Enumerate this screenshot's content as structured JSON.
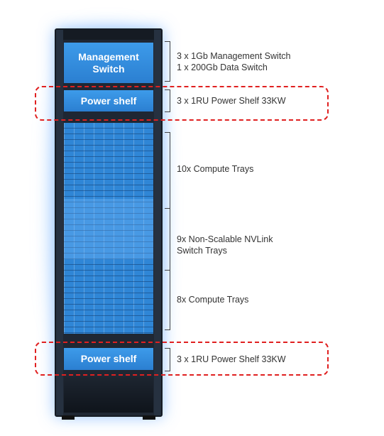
{
  "rack": {
    "management_switch": [
      "Management",
      "Switch"
    ],
    "power_shelf_top": "Power shelf",
    "power_shelf_bottom": "Power shelf"
  },
  "annotations": {
    "management": [
      "3 x 1Gb Management Switch",
      "1 x 200Gb Data Switch"
    ],
    "power_top": "3 x 1RU Power Shelf 33KW",
    "compute_top": "10x Compute Trays",
    "nvlink": [
      "9x Non-Scalable NVLink",
      "Switch Trays"
    ],
    "compute_bottom": "8x Compute Trays",
    "power_bottom": "3 x 1RU Power Shelf 33KW"
  },
  "colors": {
    "unit_blue": "#3d9bea",
    "highlight_red": "#e02020",
    "rack_dark": "#1f2733"
  }
}
